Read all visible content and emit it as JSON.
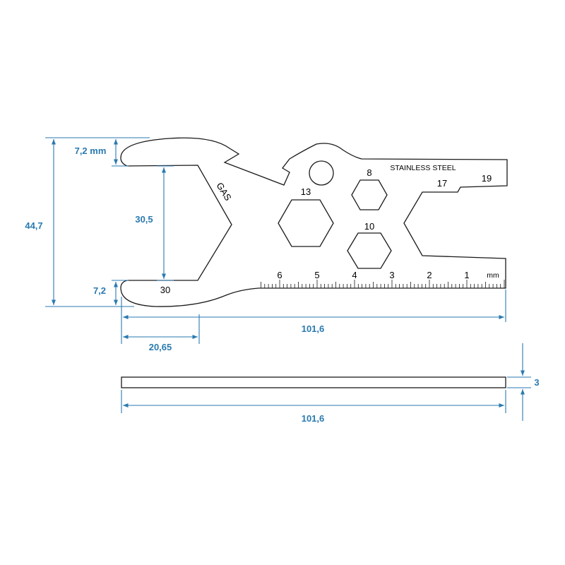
{
  "colors": {
    "dimension": "#2a7ab0",
    "outline": "#1a1a1a",
    "background": "#ffffff"
  },
  "dimensions": {
    "top_jaw_thickness": "7,2 mm",
    "overall_height": "44,7",
    "jaw_opening": "30,5",
    "bottom_jaw_thickness": "7,2",
    "jaw_depth": "20,65",
    "overall_length": "101,6",
    "side_thickness": "3",
    "side_length": "101,6"
  },
  "part_labels": {
    "gas": "GAS",
    "jaw_size": "30",
    "hex_13": "13",
    "hex_8": "8",
    "hex_10": "10",
    "stainless": "STAINLESS STEEL",
    "slot_17": "17",
    "slot_19": "19"
  },
  "ruler": {
    "unit": "mm",
    "numbers": [
      "6",
      "5",
      "4",
      "3",
      "2",
      "1"
    ]
  }
}
